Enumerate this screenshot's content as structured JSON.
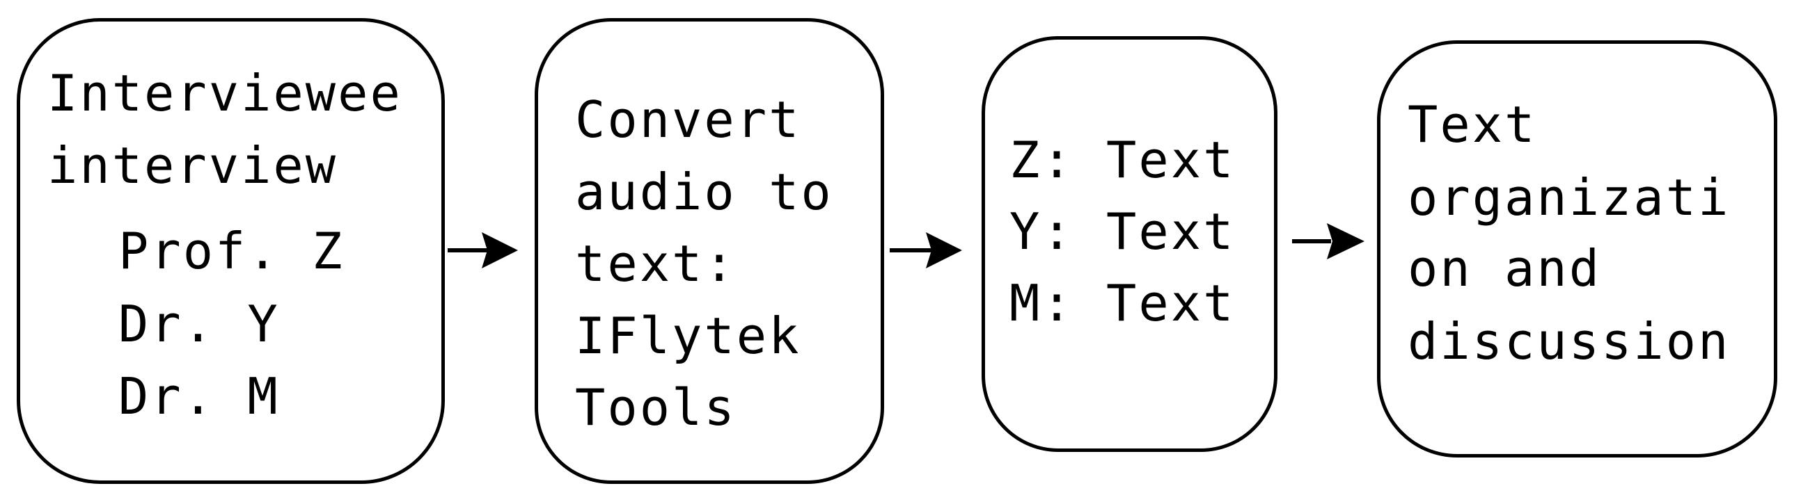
{
  "diagram": {
    "boxes": [
      {
        "id": "interview",
        "lines": [
          "Interviewee",
          "interview",
          "Prof. Z",
          "Dr. Y",
          "Dr. M"
        ]
      },
      {
        "id": "convert",
        "lines": [
          "Convert",
          "audio to",
          "text:",
          "IFlytek",
          "Tools"
        ]
      },
      {
        "id": "texts",
        "lines": [
          "Z: Text",
          "Y: Text",
          "M: Text"
        ]
      },
      {
        "id": "organization",
        "lines": [
          "Text",
          "organizati",
          "on and",
          "discussion"
        ]
      }
    ],
    "arrows": [
      {
        "from": "interview",
        "to": "convert"
      },
      {
        "from": "convert",
        "to": "texts"
      },
      {
        "from": "texts",
        "to": "organization"
      }
    ]
  }
}
